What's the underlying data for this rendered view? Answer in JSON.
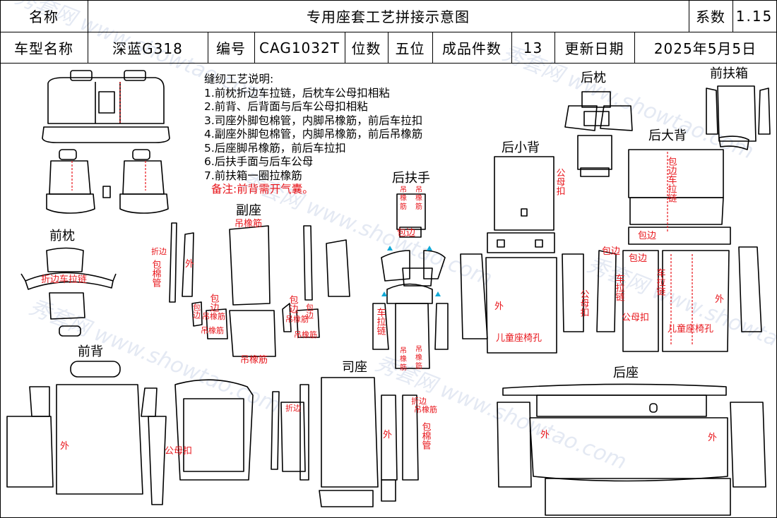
{
  "header": {
    "name_label": "名称",
    "title": "专用座套工艺拼接示意图",
    "coef_label": "系数",
    "coef_value": "1.15",
    "model_label": "车型名称",
    "model_value": "深蓝G318",
    "code_label": "编号",
    "code_value": "CAG1032T",
    "seats_label": "位数",
    "seats_value": "五位",
    "pieces_label": "成品件数",
    "pieces_value": "13",
    "date_label": "更新日期",
    "date_value": "2025年5月5日"
  },
  "notes": {
    "title": "缝纫工艺说明:",
    "items": [
      "1.前枕折边车拉链，后枕车公母扣相粘",
      "2.前背、后背面与后车公母扣相粘",
      "3.司座外脚包棉管，内脚吊橡筋，前后车拉扣",
      "4.副座外脚包棉管，内脚吊橡筋，前后吊橡筋",
      "5.后座脚吊橡筋，前后车拉扣",
      "6.后扶手面与后车公母",
      "7.前扶箱一圈拉橡筋"
    ],
    "remark": "备注:前背需开气囊。"
  },
  "sections": {
    "front_headrest": "前枕",
    "passenger_seat": "副座",
    "rear_armrest": "后扶手",
    "rear_small_back": "后小背",
    "rear_headrest": "后枕",
    "front_armbox": "前扶箱",
    "rear_big_back": "后大背",
    "front_back": "前背",
    "driver_seat": "司座",
    "rear_seat": "后座"
  },
  "labels": {
    "fold_zip": "折边车拉链",
    "hang_band": "吊橡筋",
    "fold_edge": "折边",
    "cotton_tube": "包棉管",
    "outer": "外",
    "wrap_edge": "包边",
    "hang": "吊",
    "band": "橡",
    "tendon": "筋",
    "zip": "车拉链",
    "male_female": "公母扣",
    "child_seat_hole": "儿童座椅孔",
    "male_female_buckle": "公母扣",
    "wrap_edge_zip": "包边车拉链"
  },
  "watermark": [
    "秀套网 www.showtao.com"
  ]
}
